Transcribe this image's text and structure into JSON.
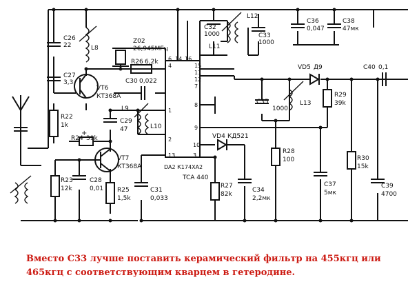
{
  "labels": {
    "C26": "C26",
    "C26v": "22",
    "C27": "C27",
    "C27v": "3,3",
    "L8": "L8",
    "VT6": "VT6",
    "VT6t": "КТ368А",
    "R22": "R22",
    "R22v": "1k",
    "Z02": "Z02",
    "Z02v": "26,945МГц",
    "R26": "R26",
    "R26v": "6,2k",
    "C30": "C30",
    "C30v": "0,022",
    "L9": "L9",
    "L10": "L10",
    "C29": "C29",
    "C29v": "47",
    "R24": "R24",
    "R24v": "39k",
    "VT7": "VT7",
    "VT7t": "КТ368А",
    "R23": "R23",
    "R23v": "12k",
    "C28": "C28",
    "C28v": "0,01",
    "R25": "R25",
    "R25v": "1,5k",
    "C31": "C31",
    "C31v": "0,033",
    "C32": "C32",
    "C32v": "1000",
    "L11": "L11",
    "L12": "L12",
    "C33": "C33",
    "C33v": "1000",
    "C36": "C36",
    "C36v": "0,047",
    "C38": "C38",
    "C38v": "47мк",
    "VD5": "VD5",
    "VD5c": "Д9",
    "C40": "C40",
    "C40v": "0,1",
    "C35": "C35",
    "C35v": "1000",
    "L13": "L13",
    "R29": "R29",
    "R29v": "39k",
    "VD4": "VD4",
    "VD4t": "КД521",
    "R28": "R28",
    "R28v": "100",
    "R30": "R30",
    "R30v": "15k",
    "R27": "R27",
    "R27v": "82k",
    "C34": "C34",
    "C34v": "2,2мк",
    "C37": "C37",
    "C37v": "5мк",
    "C39": "C39",
    "C39v": "4700",
    "chip_part": "DA2 К174ХА2",
    "chip_name": "TCA 440",
    "pin4": "4",
    "pin6": "6",
    "pin14": "14",
    "pin16": "16",
    "pin15": "15",
    "pin11": "11",
    "pin12": "12",
    "pin7": "7",
    "pin8": "8",
    "pin1": "1",
    "pin9": "9",
    "pin2": "2",
    "pin10": "10",
    "pin13": "13",
    "pin3": "3",
    "plus": "+"
  },
  "caption_line1": "Вместо С33 лучше поставить керамический фильтр на 455кгц или",
  "caption_line2": "465кгц с соответствующим кварцем в гетеродине.",
  "caption_color": "#cc1a12"
}
